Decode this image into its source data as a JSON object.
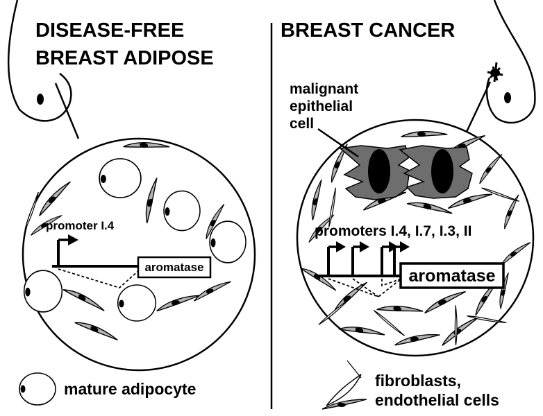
{
  "left_panel": {
    "title_line1": "DISEASE-FREE",
    "title_line2": "BREAST ADIPOSE",
    "promoter_label": "promoter I.4",
    "gene_label": "aromatase"
  },
  "right_panel": {
    "title": "BREAST CANCER",
    "malignant_line1": "malignant",
    "malignant_line2": "epithelial",
    "malignant_line3": "cell",
    "promoters_label": "promoters I.4, I.7, I.3, II",
    "gene_label": "aromatase"
  },
  "legend": {
    "adipocyte_label": "mature adipocyte",
    "fibro_line1": "fibroblasts,",
    "fibro_line2": "endothelial cells"
  },
  "colors": {
    "ink": "#000000",
    "malignant_fill": "#6e6e6e",
    "fibroblast_fill": "#b4b4b4",
    "background": "#ffffff"
  }
}
